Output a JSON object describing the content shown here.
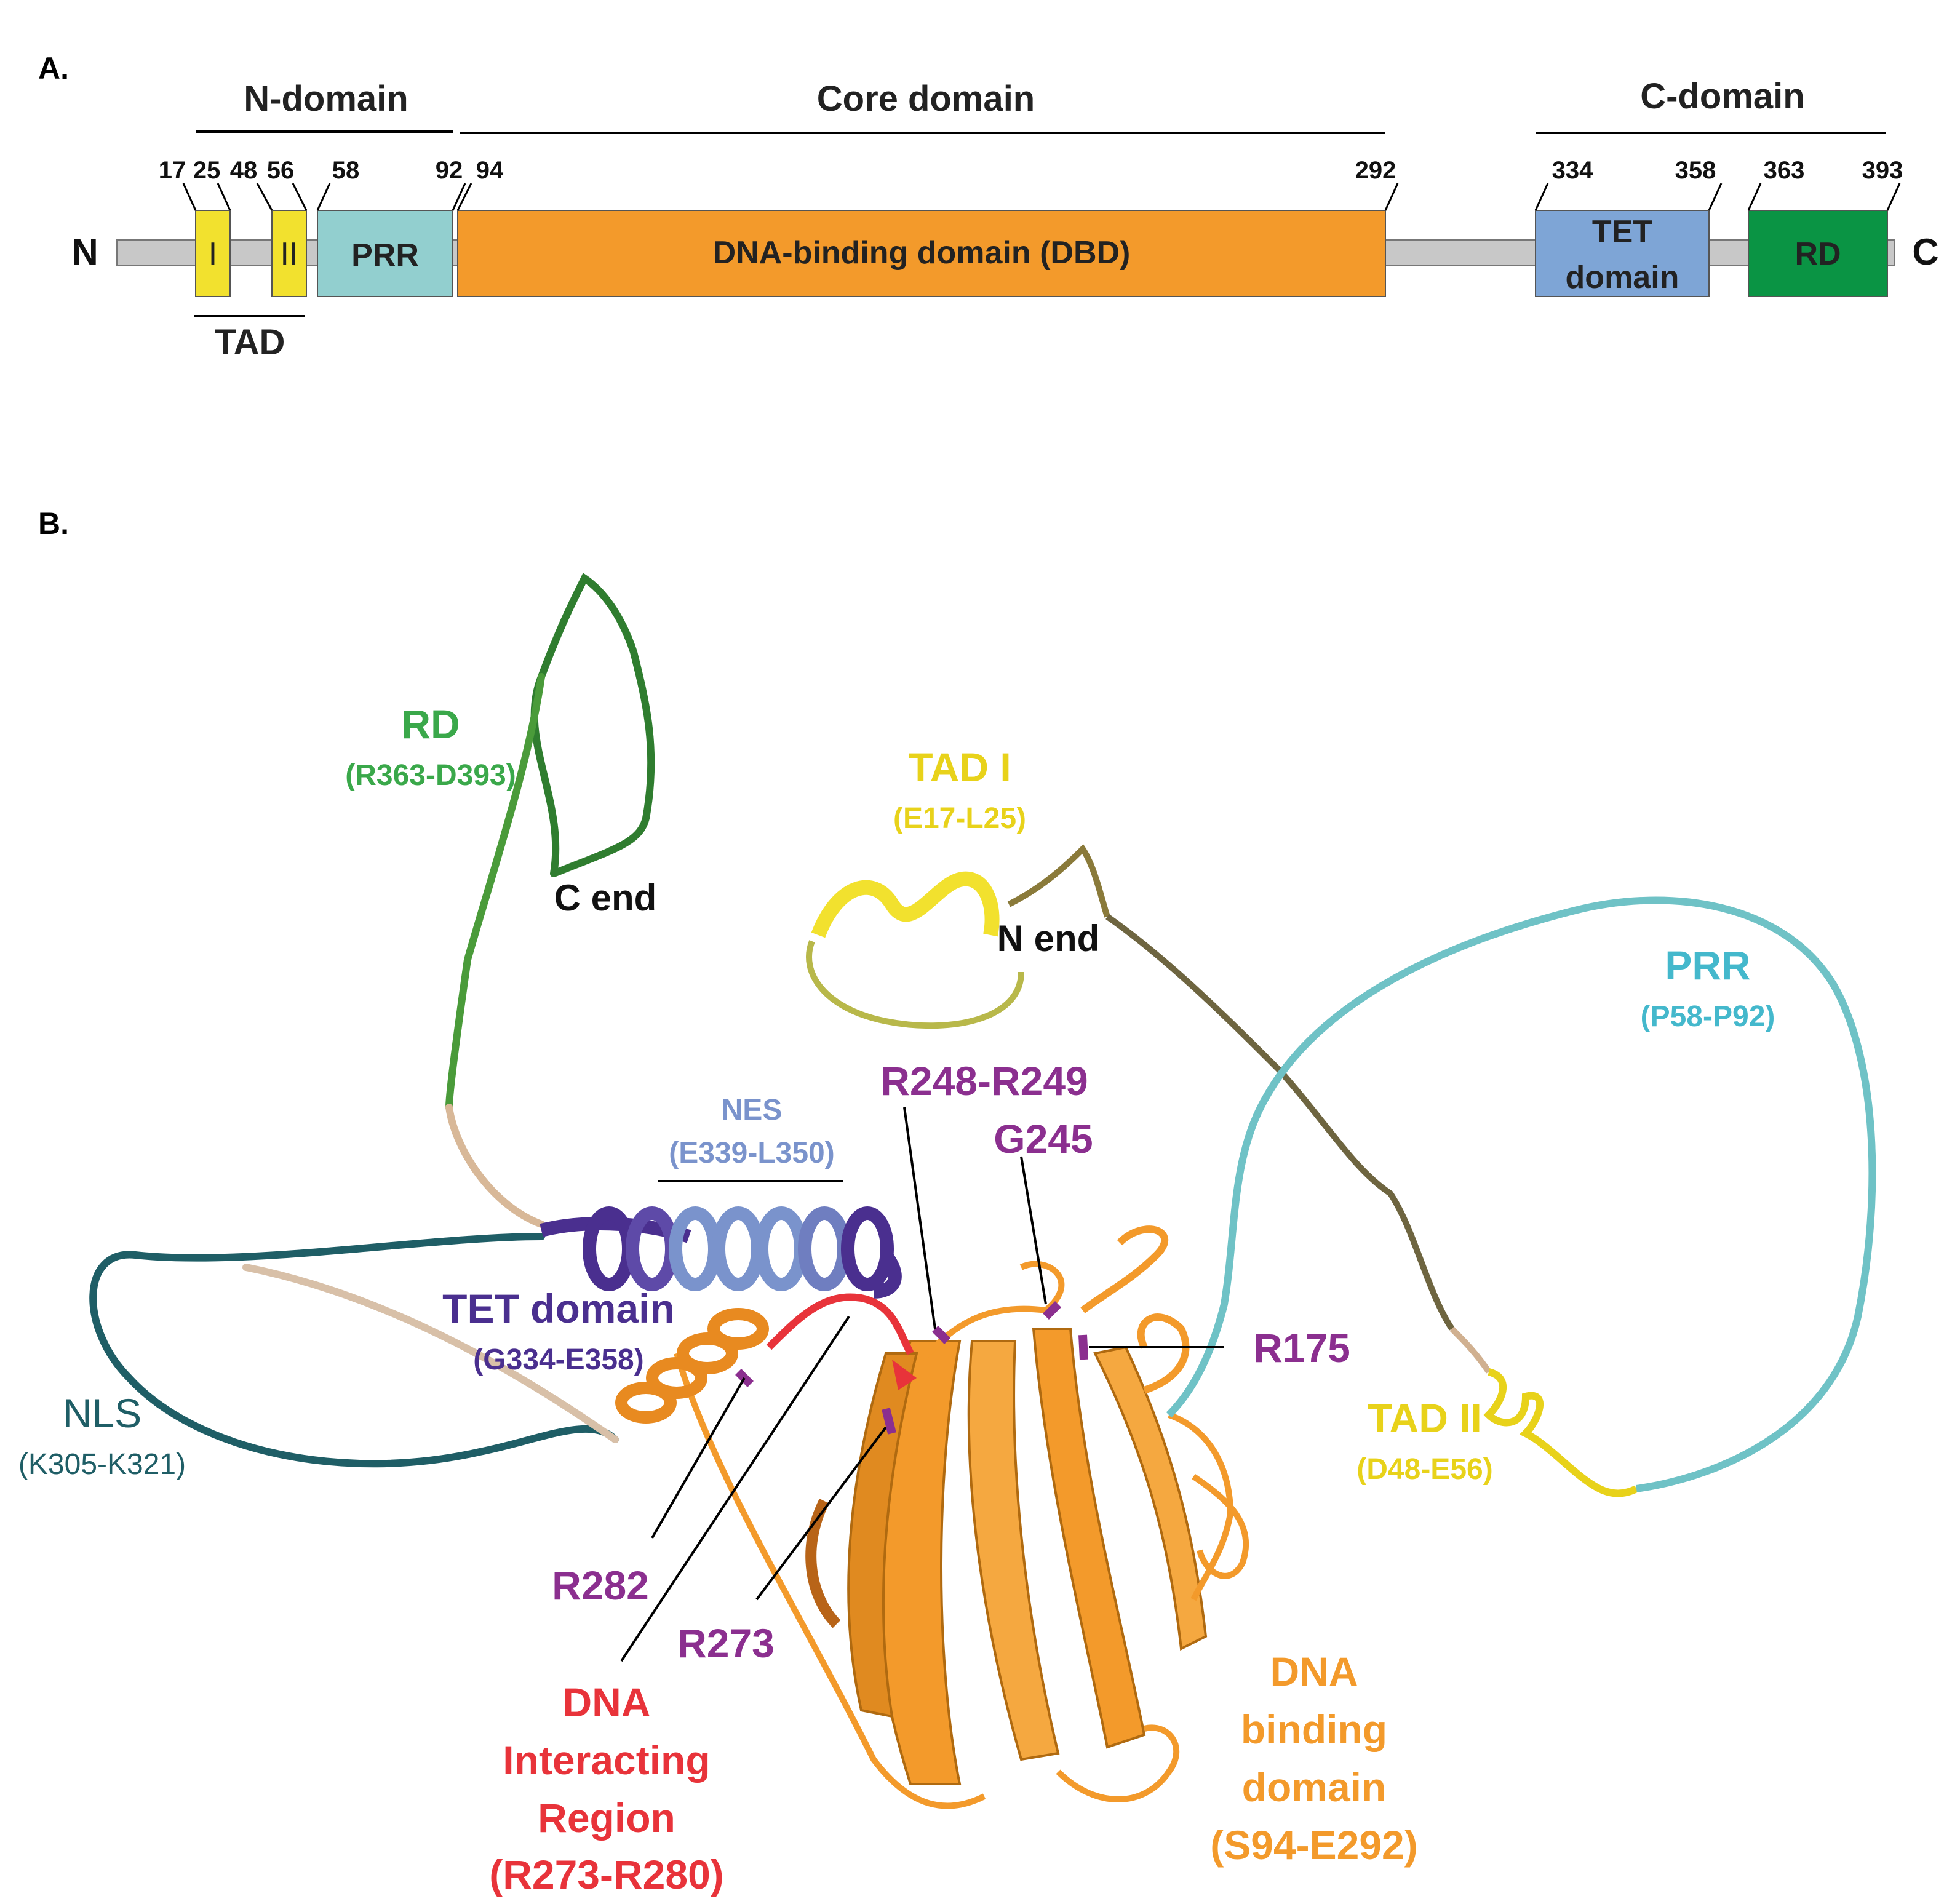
{
  "panel_a": {
    "label": "A.",
    "n_terminus": "N",
    "c_terminus": "C",
    "n_domain_title": "N-domain",
    "core_domain_title": "Core domain",
    "c_domain_title": "C-domain",
    "tad_label": "TAD",
    "boxes": {
      "tad1": "I",
      "tad2": "II",
      "prr": "PRR",
      "dbd": "DNA-binding domain (DBD)",
      "tet_line1": "TET",
      "tet_line2": "domain",
      "rd": "RD"
    },
    "positions": {
      "p17": "17",
      "p25": "25",
      "p48": "48",
      "p56": "56",
      "p58": "58",
      "p92": "92",
      "p94": "94",
      "p292": "292",
      "p334": "334",
      "p358": "358",
      "p363": "363",
      "p393": "393"
    },
    "colors": {
      "backbone": "#c8c8c8",
      "tad": "#f2e12e",
      "prr": "#92cfcf",
      "dbd": "#f39a2b",
      "tet": "#7ea5d6",
      "rd": "#0a9444"
    }
  },
  "panel_b": {
    "label": "B.",
    "rd": {
      "name": "RD",
      "range": "(R363-D393)",
      "color": "#3aa84a"
    },
    "c_end": "C end",
    "n_end": "N end",
    "tad1": {
      "name": "TAD I",
      "range": "(E17-L25)",
      "color": "#e8d21a"
    },
    "prr": {
      "name": "PRR",
      "range": "(P58-P92)",
      "color": "#44b8cc"
    },
    "nes": {
      "name": "NES",
      "range": "(E339-L350)",
      "color": "#7a93cc"
    },
    "r248_r249": "R248-R249",
    "g245": "G245",
    "r175": "R175",
    "tet": {
      "name": "TET domain",
      "range": "(G334-E358)",
      "color": "#4a2f8f"
    },
    "nls": {
      "name": "NLS",
      "range": "(K305-K321)",
      "color": "#1f5e66"
    },
    "tad2": {
      "name": "TAD II",
      "range": "(D48-E56)",
      "color": "#e8d21a"
    },
    "r282": "R282",
    "r273": "R273",
    "dna_interacting": {
      "line1": "DNA",
      "line2": "Interacting",
      "line3": "Region",
      "range": "(R273-R280)",
      "color": "#e8333a"
    },
    "dna_binding": {
      "line1": "DNA",
      "line2": "binding",
      "line3": "domain",
      "range": "(S94-E292)",
      "color": "#f39a2b"
    },
    "residue_color": "#8b2f8f"
  }
}
